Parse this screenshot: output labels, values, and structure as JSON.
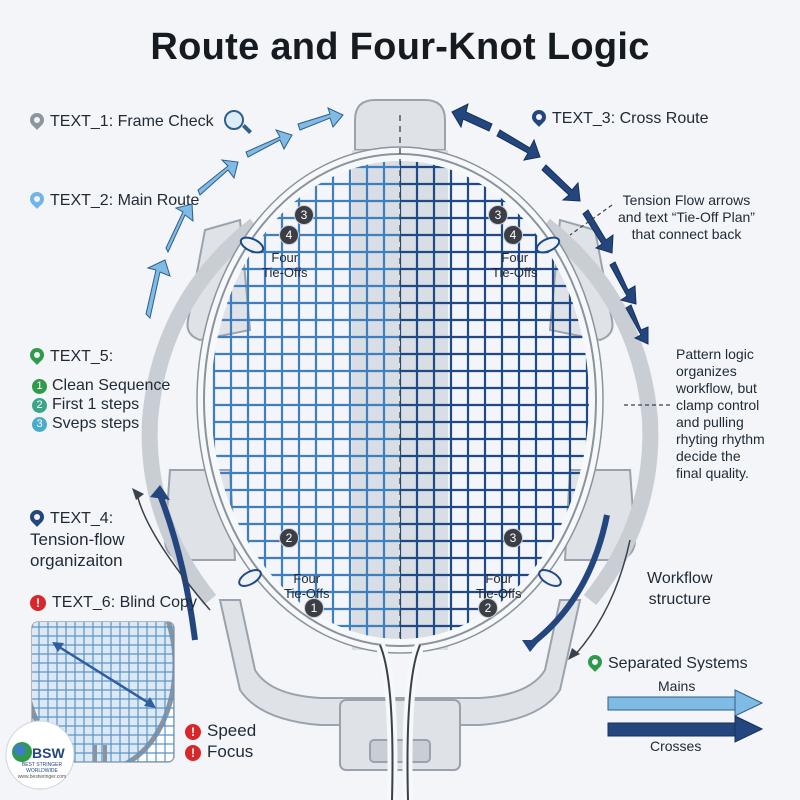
{
  "title": "Route and Four-Knot Logic",
  "labels": {
    "text1": "TEXT_1: Frame Check",
    "text2": "TEXT_2: Main Route",
    "text3": "TEXT_3: Cross Route",
    "text4_line1": "TEXT_4:",
    "text4_line2": "Tension-flow",
    "text4_line3": "organizaiton",
    "text5": "TEXT_5:",
    "text6": "TEXT_6: Blind Copy"
  },
  "steps": [
    {
      "num": "1",
      "text": "Clean Sequence"
    },
    {
      "num": "2",
      "text": "First 1 steps"
    },
    {
      "num": "3",
      "text": "Sveps steps"
    }
  ],
  "notes": {
    "tension_flow": [
      "Tension Flow arrows",
      "and text “Tie-Off Plan”",
      "that connect back"
    ],
    "pattern_logic": [
      "Pattern logic",
      "organizes",
      "workflow, but",
      "clamp control",
      "and pulling",
      "rhyting rhythm",
      "decide the",
      "final quality."
    ],
    "workflow_structure": [
      "Workflow",
      "structure"
    ]
  },
  "knots": {
    "tie_off_label_line1": "Four",
    "tie_off_label_line2": "Tie-Offs",
    "markers": [
      "3",
      "4",
      "3",
      "4",
      "2",
      "1",
      "3",
      "2"
    ]
  },
  "legend": {
    "title": "Separated Systems",
    "mains": "Mains",
    "crosses": "Crosses"
  },
  "bottom_left": {
    "speed": "Speed",
    "focus": "Focus"
  },
  "logo": {
    "name": "BSW",
    "tagline": "BEST STRINGER WORLDWIDE",
    "url": "www.bestwringer.com"
  },
  "colors": {
    "mains": "#3f7fbf",
    "crosses": "#1f4a86",
    "light_arrow": "#7fbbe4",
    "dark_arrow": "#24467e",
    "pin_gray": "#8c95a0",
    "pin_light": "#6fb6e8",
    "pin_dark": "#24467e",
    "pin_green": "#2e9a4a",
    "warn_red": "#d8262b"
  }
}
